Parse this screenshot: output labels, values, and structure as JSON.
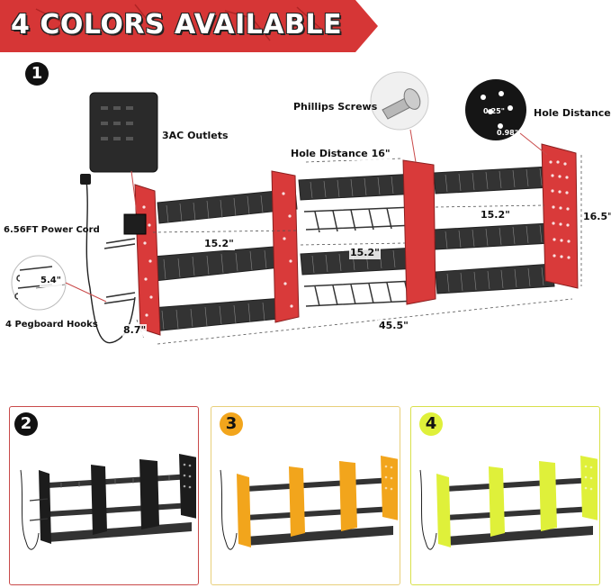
{
  "banner": {
    "title": "4 COLORS AVAILABLE",
    "color": "#d93a3a"
  },
  "main": {
    "badge": "1",
    "labels": {
      "outlets": "3AC Outlets",
      "screws": "Phillips Screws",
      "hole_distance": "Hole Distance",
      "power_cord": "6.56FT Power Cord",
      "hooks": "4 Pegboard Hooks"
    },
    "inset_hole_dims": {
      "small": "0.25\"",
      "large": "0.98\""
    },
    "dimensions": {
      "hole_distance_16": "Hole Distance  16\"",
      "shelf_left": "15.2\"",
      "shelf_mid": "15.2\"",
      "shelf_right": "15.2\"",
      "height": "16.5\"",
      "width": "45.5\"",
      "depth": "8.7\"",
      "hook": "5.4\""
    }
  },
  "variants": [
    {
      "badge": "2",
      "color_name": "black",
      "panel_color": "#1c1c1c",
      "border_color": "#c94a4a"
    },
    {
      "badge": "3",
      "color_name": "orange",
      "panel_color": "#f2a51c",
      "border_color": "#e8cf7a"
    },
    {
      "badge": "4",
      "color_name": "yellow",
      "panel_color": "#dff03a",
      "border_color": "#d8e04a"
    }
  ],
  "colors": {
    "red": "#d93a3a",
    "black": "#1c1c1c"
  }
}
